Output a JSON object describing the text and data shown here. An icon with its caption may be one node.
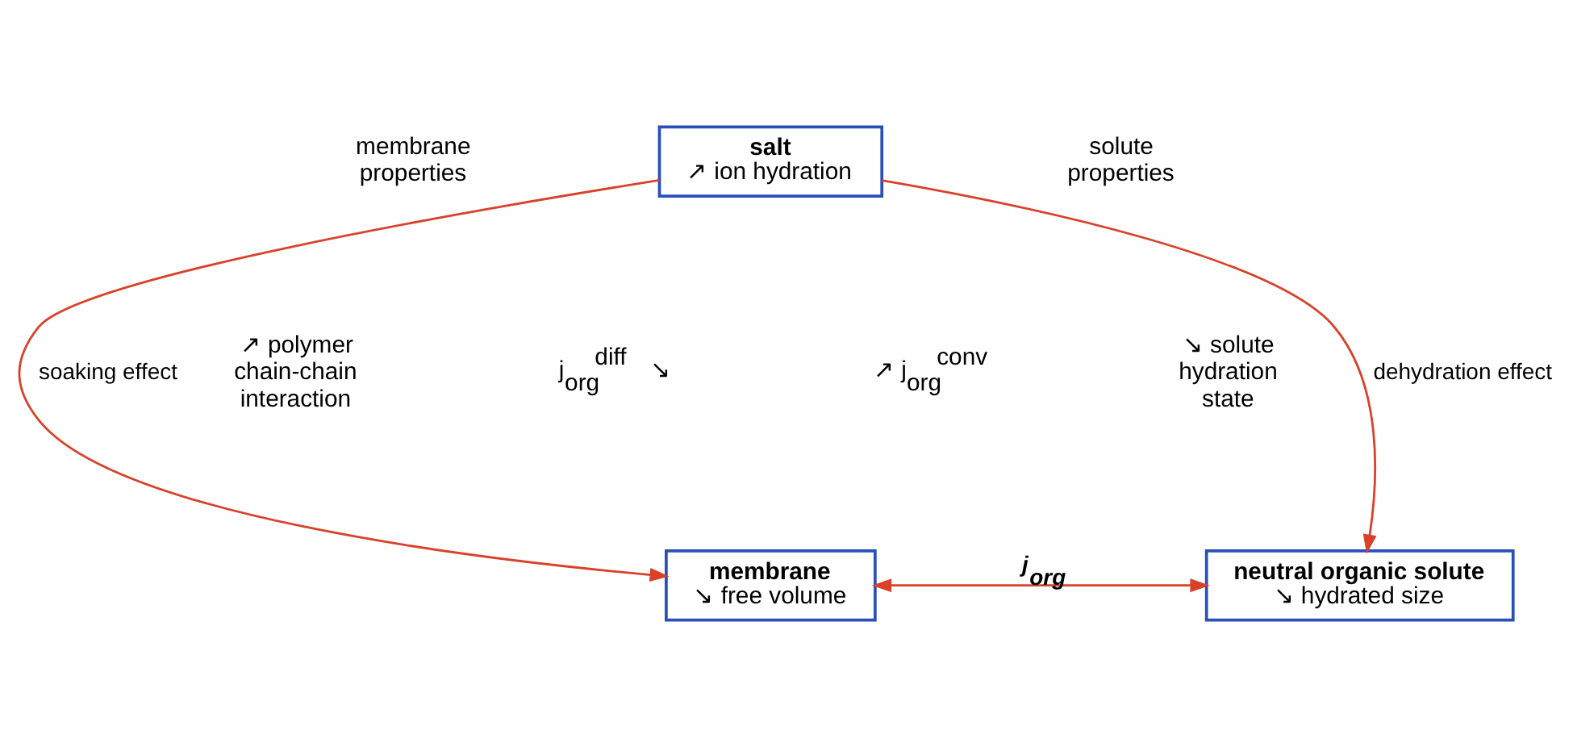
{
  "diagram": {
    "nodes": [
      {
        "text": [
          "salt",
          "↗ ion hydration"
        ]
      },
      {
        "text": [
          "membrane",
          "↘ free volume"
        ]
      },
      {
        "text": [
          "neutral organic solute",
          "↘ hydrated size"
        ]
      }
    ],
    "edges": [
      {
        "from": 0,
        "to": 1,
        "arrow": "to",
        "label": "soaking effect"
      },
      {
        "from": 0,
        "to": 2,
        "arrow": "to",
        "label": "dehydration effect"
      },
      {
        "from": 1,
        "to": 2,
        "arrow": "both",
        "label": "j$_{org}$"
      }
    ],
    "labels": [
      "membrane properties",
      "solute properties",
      "↗ polymer chain-chain interaction",
      "↘ solute hydration state",
      "j$_{org}$$^{diff}$ ↘",
      "↗ j$_{org}$$^{conv}$"
    ]
  }
}
